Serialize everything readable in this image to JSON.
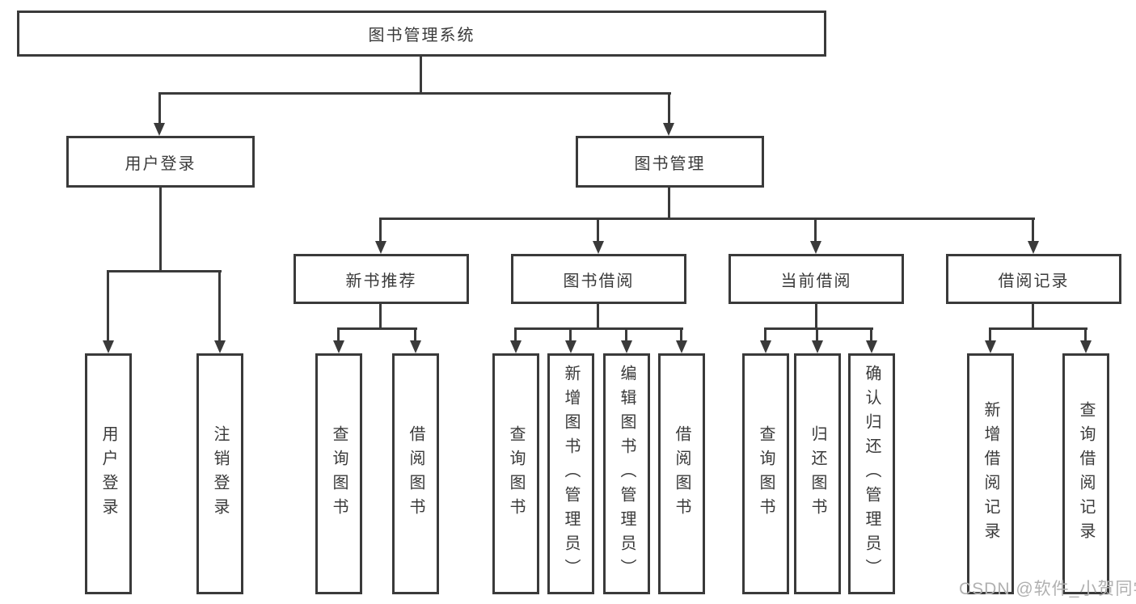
{
  "tree": {
    "root": {
      "label": "图书管理系统"
    },
    "branches": [
      {
        "label": "用户登录",
        "children": [
          {
            "label": "用户登录"
          },
          {
            "label": "注销登录"
          }
        ]
      },
      {
        "label": "图书管理",
        "children": [
          {
            "label": "新书推荐",
            "children": [
              {
                "label": "查询图书"
              },
              {
                "label": "借阅图书"
              }
            ]
          },
          {
            "label": "图书借阅",
            "children": [
              {
                "label": "查询图书"
              },
              {
                "label": "新增图书（管理员）"
              },
              {
                "label": "编辑图书（管理员）"
              },
              {
                "label": "借阅图书"
              }
            ]
          },
          {
            "label": "当前借阅",
            "children": [
              {
                "label": "查询图书"
              },
              {
                "label": "归还图书"
              },
              {
                "label": "确认归还（管理员）"
              }
            ]
          },
          {
            "label": "借阅记录",
            "children": [
              {
                "label": "新增借阅记录"
              },
              {
                "label": "查询借阅记录"
              }
            ]
          }
        ]
      }
    ]
  },
  "watermark": {
    "text": "CSDN @软件_小贺同学"
  },
  "colors": {
    "line": "#3a3a3a",
    "text": "#3a3a3a",
    "watermark": "#b0b0b0",
    "background": "#ffffff"
  }
}
